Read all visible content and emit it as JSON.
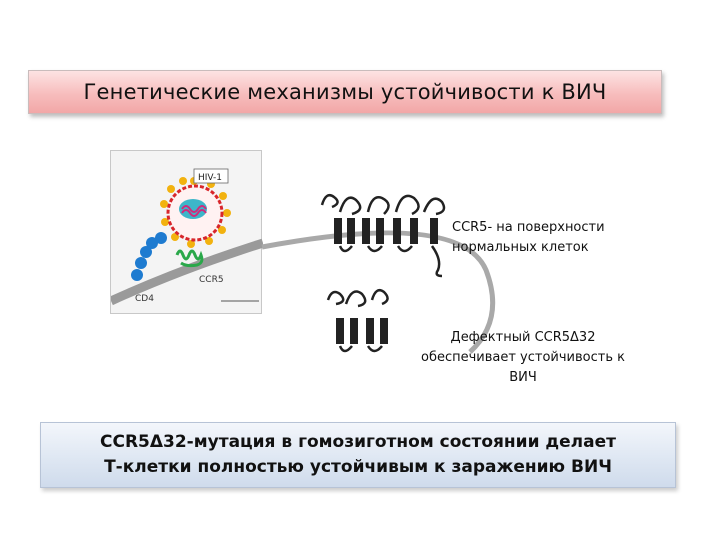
{
  "title": "Генетические механизмы устойчивости к ВИЧ",
  "panel": {
    "virus_label": "HIV-1",
    "receptor_label": "CCR5",
    "cd4_label": "CD4"
  },
  "labels": {
    "normal": [
      "CCR5- на поверхности",
      "нормальных клеток"
    ],
    "defect": [
      "Дефектный CCR5Δ32",
      "обеспечивает устойчивость к",
      "ВИЧ"
    ]
  },
  "bottom": [
    "CCR5Δ32-мутация в гомозиготном состоянии  делает",
    "Т-клетки полностью устойчивым к заражению ВИЧ"
  ],
  "colors": {
    "title_bg": "#f5b7b7",
    "bottom_bg": "#dbe5f2",
    "virus_envelope": "#d8262b",
    "virus_spikes": "#f2b20f",
    "cd4_blue": "#1e7bd0",
    "ccr5_green": "#2aa84a"
  }
}
